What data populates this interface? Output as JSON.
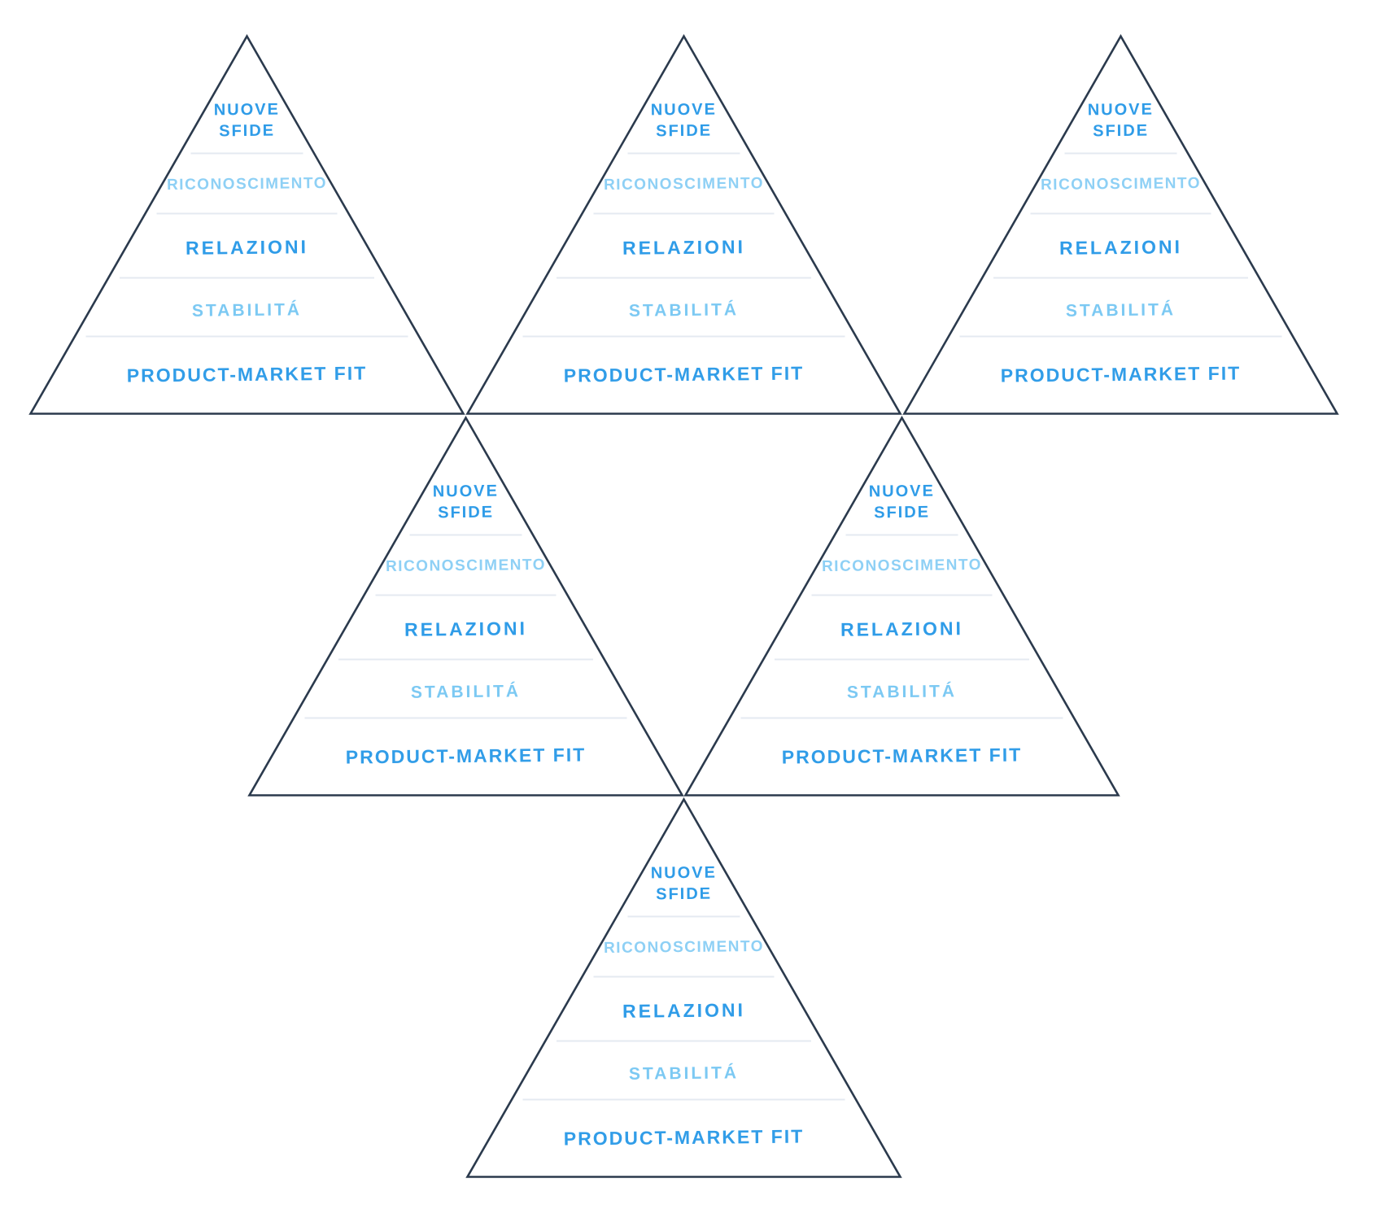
{
  "diagram": {
    "type": "pyramid-hierarchy",
    "description": "Six identical hand-drawn needs pyramids arranged in rows of 3, 2 and 1",
    "pyramid_count": 6,
    "levels": [
      {
        "position": "top",
        "label": "NUOVE\nSFIDE",
        "color": "#2f9ce8"
      },
      {
        "position": "second",
        "label": "RICONOSCIMENTO",
        "color": "#8ed0f5"
      },
      {
        "position": "middle",
        "label": "RELAZIONI",
        "color": "#2f9ce8"
      },
      {
        "position": "fourth",
        "label": "STABILITÁ",
        "color": "#7cc9f3"
      },
      {
        "position": "base",
        "label": "PRODUCT-MARKET FIT",
        "color": "#319de8"
      }
    ],
    "colors": {
      "outline": "#2b3a4d",
      "divider": "#e4eaf1",
      "background": "#ffffff"
    }
  }
}
